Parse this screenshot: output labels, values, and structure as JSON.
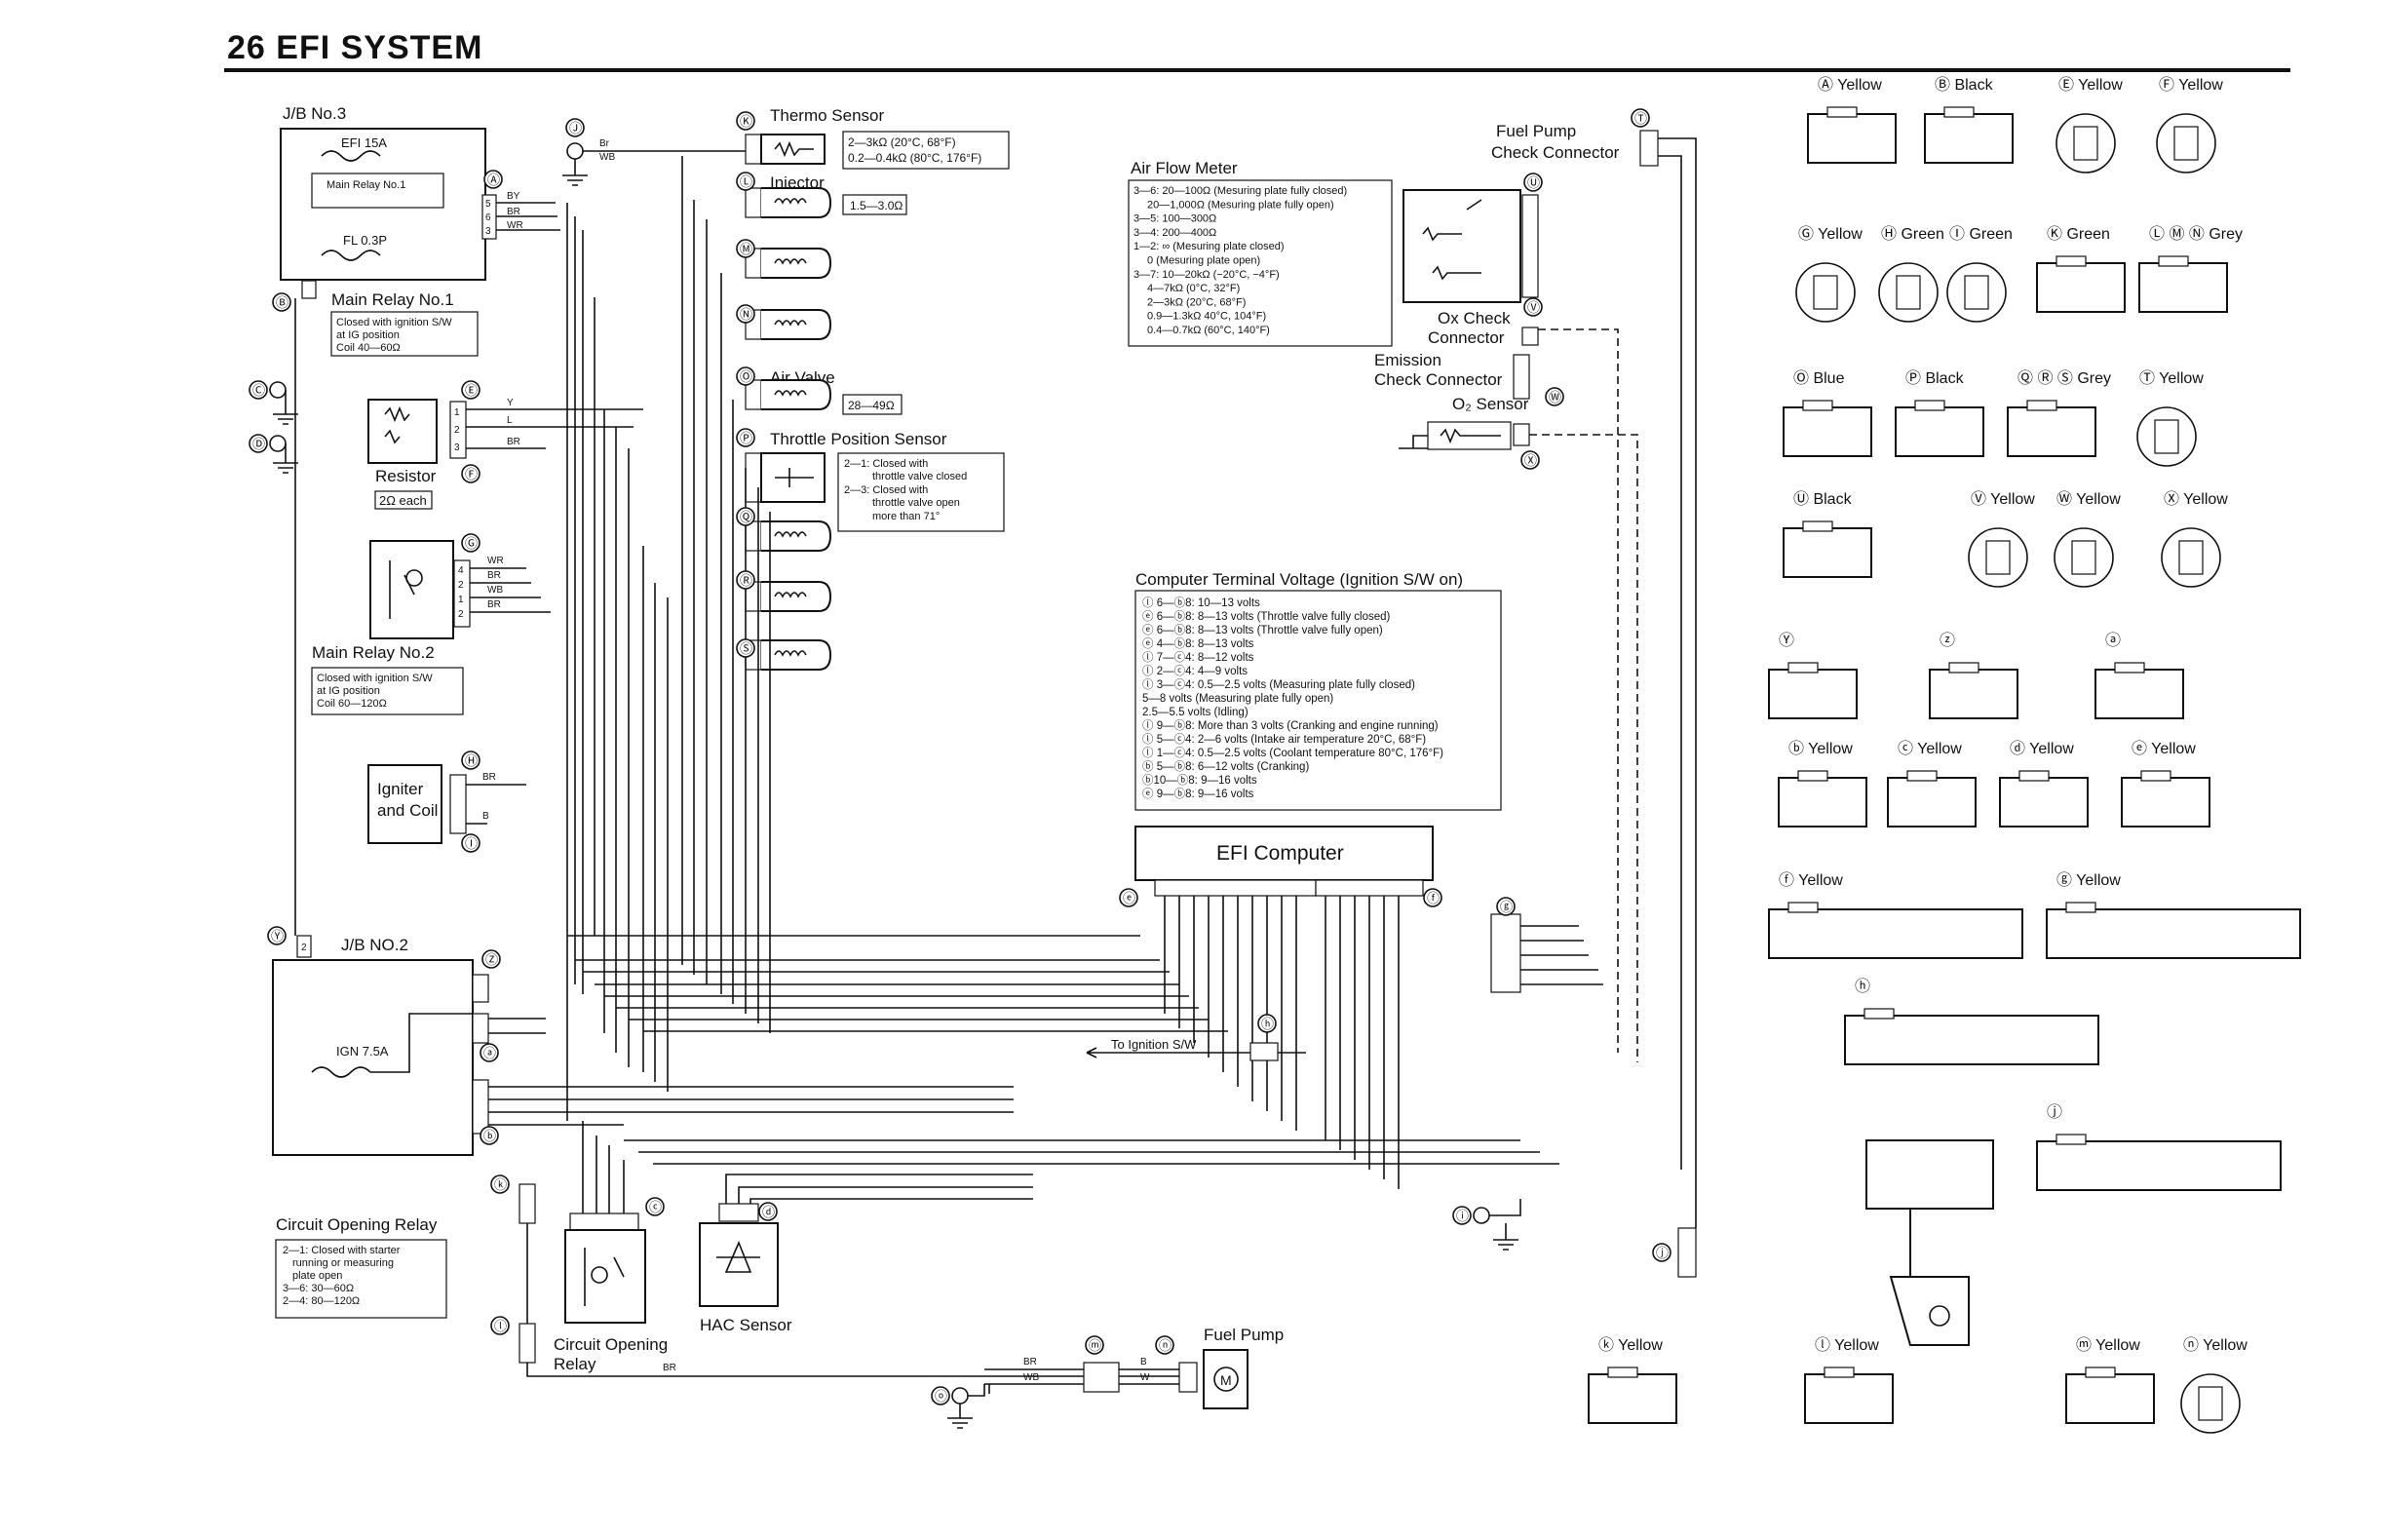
{
  "header": {
    "page_number": "26",
    "title": "EFI SYSTEM"
  },
  "blocks": {
    "jb3": "J/B No.3",
    "efi_fuse": "EFI 15A",
    "main_relay1_inner": "Main Relay No.1",
    "fl": "FL 0.3P",
    "main_relay1": "Main Relay No.1",
    "main_relay1_note": [
      "Closed with ignition S/W",
      "at IG position",
      "Coil 40—60Ω"
    ],
    "resistor": "Resistor",
    "resistor_value": "2Ω each",
    "main_relay2": "Main Relay No.2",
    "main_relay2_note": [
      "Closed with ignition S/W",
      "at IG position",
      "Coil 60—120Ω"
    ],
    "igniter": [
      "Igniter",
      "and Coil"
    ],
    "jb2": "J/B NO.2",
    "ign_fuse": "IGN 7.5A",
    "circuit_opening_relay_title": "Circuit Opening Relay",
    "circuit_opening_relay_note": [
      "2—1: Closed with starter",
      "running or measuring",
      "plate open",
      "3—6: 30—60Ω",
      "2—4: 80—120Ω"
    ],
    "circuit_opening_relay_label": [
      "Circuit Opening",
      "Relay"
    ],
    "hac_sensor": "HAC Sensor",
    "fuel_pump": "Fuel Pump",
    "thermo_sensor": "Thermo Sensor",
    "thermo_values": [
      "2—3kΩ   (20°C, 68°F)",
      "0.2—0.4kΩ (80°C, 176°F)"
    ],
    "injector": "Injector",
    "injector_value": "1.5—3.0Ω",
    "air_valve": "Air Valve",
    "air_valve_value": "28—49Ω",
    "throttle_sensor": "Throttle Position Sensor",
    "throttle_note": [
      "2—1: Closed with",
      "throttle valve closed",
      "2—3: Closed with",
      "throttle valve open",
      "more than 71°"
    ],
    "air_flow_meter": "Air Flow Meter",
    "air_flow_spec": [
      "3—6: 20—100Ω (Mesuring plate fully closed)",
      "20—1,000Ω (Mesuring plate fully open)",
      "3—5: 100—300Ω",
      "3—4: 200—400Ω",
      "1—2: ∞ (Mesuring plate closed)",
      "0 (Mesuring plate open)",
      "3—7: 10—20kΩ (−20°C, −4°F)",
      "4—7kΩ (0°C, 32°F)",
      "2—3kΩ (20°C, 68°F)",
      "0.9—1.3kΩ  40°C, 104°F)",
      "0.4—0.7kΩ (60°C, 140°F)"
    ],
    "fuel_pump_check": [
      "Fuel Pump",
      "Check Connector"
    ],
    "ox_check": [
      "Ox Check",
      "Connector"
    ],
    "emission_check": [
      "Emission",
      "Check Connector"
    ],
    "o2_sensor": "O₂ Sensor",
    "computer_voltage_title": "Computer Terminal Voltage (Ignition S/W on)",
    "computer_voltage": [
      "ⓛ 6—ⓑ8:  10—13 volts",
      "ⓔ 6—ⓑ8:  8—13 volts (Throttle valve fully closed)",
      "ⓔ 6—ⓑ8:  8—13 volts (Throttle valve fully open)",
      "ⓔ 4—ⓑ8:  8—13 volts",
      "ⓛ 7—ⓒ4:  8—12 volts",
      "ⓛ 2—ⓒ4:  4—9 volts",
      "ⓛ 3—ⓒ4:  0.5—2.5 volts (Measuring plate fully closed)",
      "                5—8 volts (Measuring plate fully open)",
      "                2.5—5.5 volts (Idling)",
      "ⓛ 9—ⓑ8:  More than 3 volts (Cranking and engine running)",
      "ⓛ 5—ⓒ4:  2—6 volts (Intake air temperature 20°C, 68°F)",
      "ⓛ 1—ⓒ4:  0.5—2.5 volts (Coolant temperature 80°C, 176°F)",
      "ⓑ 5—ⓑ8:  6—12 volts (Cranking)",
      "ⓑ10—ⓑ8:  9—16 volts",
      "ⓔ 9—ⓑ8:  9—16 volts"
    ],
    "efi_computer": "EFI Computer",
    "to_ignition": "To Ignition S/W"
  },
  "connectors": {
    "row1": [
      "Ⓐ Yellow",
      "Ⓑ Black",
      "Ⓔ Yellow",
      "Ⓕ Yellow"
    ],
    "row2": [
      "Ⓖ Yellow",
      "Ⓗ Green",
      "Ⓘ Green",
      "Ⓚ Green",
      "Ⓛ Ⓜ Ⓝ Grey"
    ],
    "row3": [
      "Ⓞ Blue",
      "Ⓟ Black",
      "Ⓠ Ⓡ Ⓢ Grey",
      "Ⓣ Yellow"
    ],
    "row4": [
      "Ⓤ Black",
      "Ⓥ Yellow",
      "Ⓦ Yellow",
      "Ⓧ Yellow"
    ],
    "row5": [
      "Ⓨ",
      "ⓩ",
      "ⓐ"
    ],
    "row6": [
      "ⓑ Yellow",
      "ⓒ Yellow",
      "ⓓ Yellow",
      "ⓔ Yellow"
    ],
    "row7": [
      "ⓕ Yellow",
      "ⓖ Yellow"
    ],
    "row8": [
      "ⓗ"
    ],
    "row9": [
      "ⓙ"
    ],
    "row10": [
      "ⓚ Yellow",
      "ⓛ Yellow",
      "ⓜ Yellow",
      "ⓝ Yellow"
    ]
  },
  "markers": [
    "Ⓐ",
    "Ⓑ",
    "Ⓒ",
    "Ⓓ",
    "Ⓔ",
    "Ⓕ",
    "Ⓖ",
    "Ⓗ",
    "Ⓘ",
    "Ⓙ",
    "Ⓚ",
    "Ⓛ",
    "Ⓜ",
    "Ⓝ",
    "Ⓞ",
    "Ⓟ",
    "Ⓠ",
    "Ⓡ",
    "Ⓢ",
    "Ⓣ",
    "Ⓤ",
    "Ⓥ",
    "Ⓦ",
    "Ⓧ",
    "Ⓨ",
    "Ⓩ",
    "ⓐ",
    "ⓑ",
    "ⓒ",
    "ⓓ",
    "ⓔ",
    "ⓕ",
    "ⓖ",
    "ⓗ",
    "ⓘ",
    "ⓙ",
    "ⓚ",
    "ⓛ",
    "ⓜ",
    "ⓝ",
    "ⓞ"
  ]
}
